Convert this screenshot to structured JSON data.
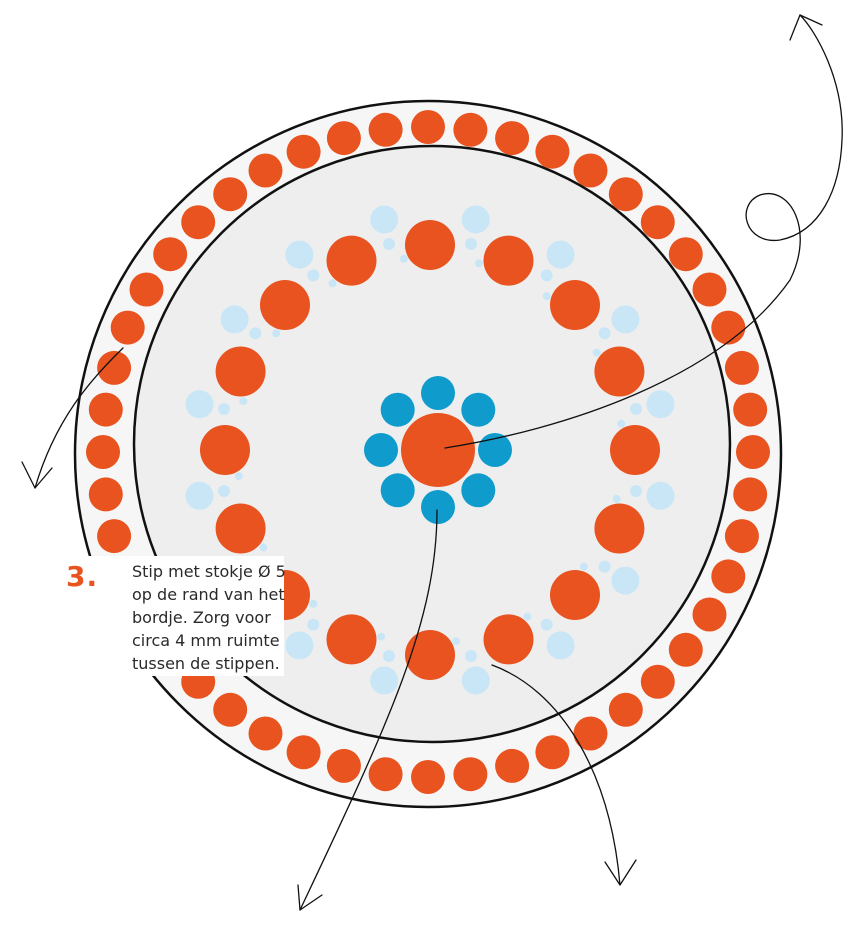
{
  "instruction": {
    "step_number": "3.",
    "lines": [
      "Stip met stokje Ø 5",
      "op de rand van het",
      "bordje. Zorg voor",
      "circa 4 mm ruimte",
      "tussen de stippen."
    ]
  },
  "colors": {
    "orange": "#e8531f",
    "blue": "#0f9ccc",
    "light_blue": "#c9e6f7",
    "plate_fill": "#eeeeee",
    "rim_fill": "#f6f6f6",
    "outline": "#111111",
    "text": "#2a2a2a"
  },
  "illustration": {
    "subject": "dotted plate",
    "arrows": 4
  }
}
